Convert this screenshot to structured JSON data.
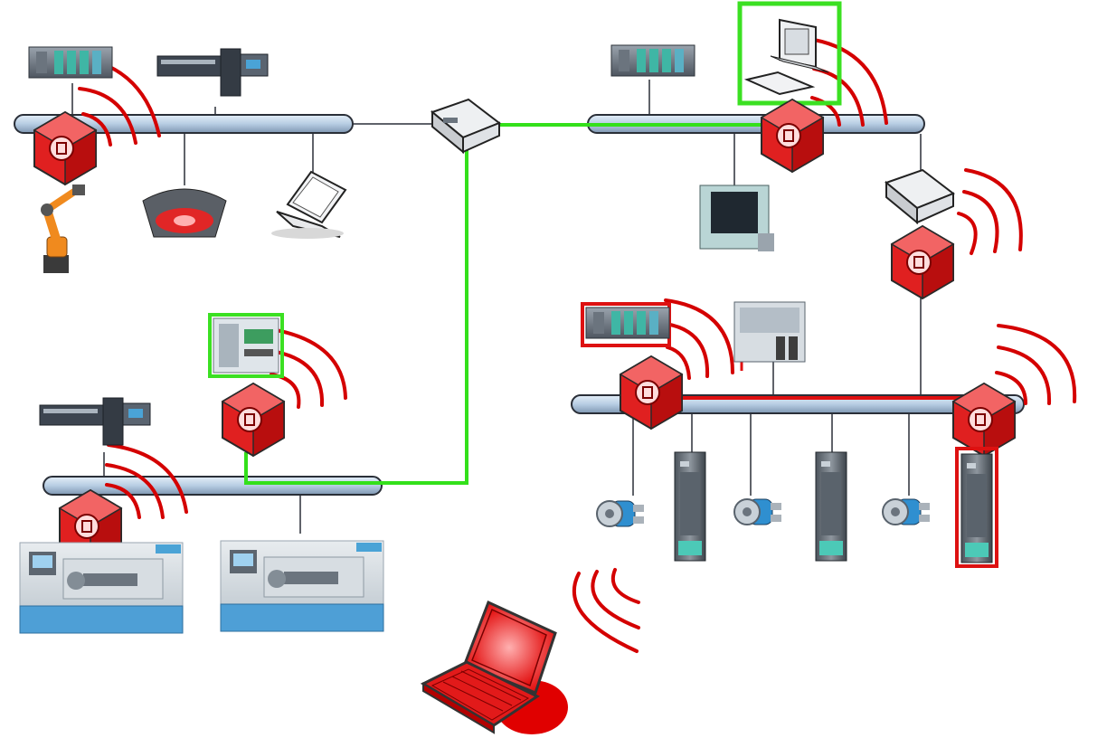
{
  "colors": {
    "bus_fill": "#b7cde3",
    "bus_edge": "#2a2f38",
    "green_path": "#33e01a",
    "red_path": "#e01010",
    "wifi_arc": "#d40000",
    "ap_red": "#e02020",
    "highlight_green": "#3be022",
    "highlight_red": "#dd1111"
  },
  "networks": [
    {
      "id": "cell-top-left",
      "devices": [
        "plc-rack",
        "io-module",
        "robot-arm-icon",
        "scanner-icon",
        "laptop-icon"
      ]
    },
    {
      "id": "cell-top-right",
      "devices": [
        "plc-rack",
        "pc-workstation-icon",
        "hmi-panel-icon",
        "switch-icon"
      ]
    },
    {
      "id": "cell-bottom-left",
      "devices": [
        "io-module",
        "control-cabinet-icon",
        "lathe-icon",
        "lathe-icon"
      ]
    },
    {
      "id": "cell-bottom-right",
      "devices": [
        "plc-rack",
        "io-module",
        "encoder-icon",
        "drive-module-icon",
        "encoder-icon",
        "drive-module-icon",
        "encoder-icon",
        "drive-module-icon"
      ]
    }
  ],
  "attacker": {
    "icon": "attacker-laptop-icon"
  }
}
